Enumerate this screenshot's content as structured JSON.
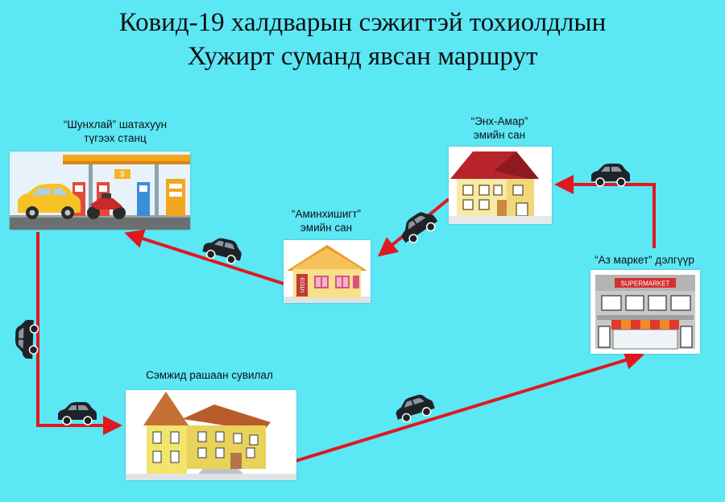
{
  "title": {
    "line1": "Ковид-19 халдварын сэжигтэй тохиолдлын",
    "line2": "Хужирт суманд явсан маршрут"
  },
  "places": [
    {
      "id": "gas",
      "line1": "“Шунхлай” шатахуун",
      "line2": "түгээх станц",
      "icon": "gas-station-icon"
    },
    {
      "id": "aminkhishig",
      "line1": "“Аминхишигт”",
      "line2": "эмийн сан",
      "icon": "small-house-pharmacy-icon"
    },
    {
      "id": "enkhamar",
      "line1": "“Энх-Амар”",
      "line2": "эмийн сан",
      "icon": "house-pharmacy-icon"
    },
    {
      "id": "azmarket",
      "line1": "“Аз маркет” дэлгүүр",
      "line2": "",
      "icon": "supermarket-icon"
    },
    {
      "id": "sanatorium",
      "line1": "Сэмжид рашаан сувилал",
      "line2": "",
      "icon": "sanatorium-building-icon"
    }
  ],
  "signs": {
    "supermarket": "SUPERMARKET",
    "pharmacy_door": "ЧТОЭ"
  },
  "colors": {
    "background": "#5ce7f5",
    "route": "#e0181f",
    "car": "#1f2328"
  }
}
